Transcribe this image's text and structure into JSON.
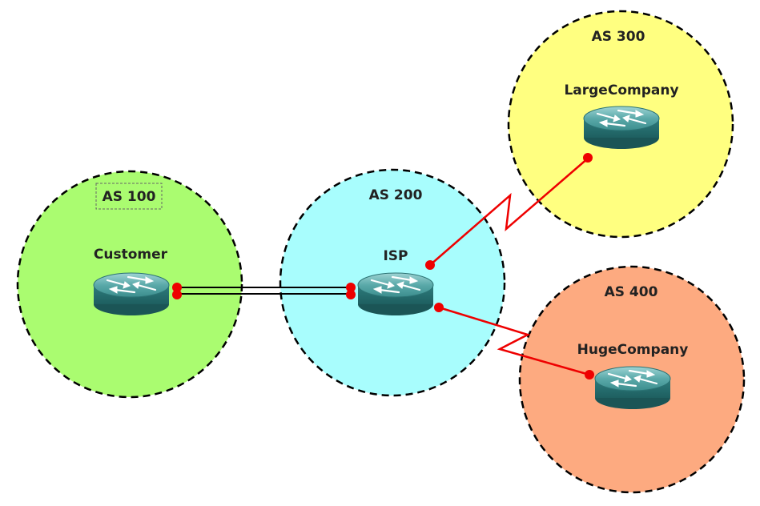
{
  "zones": [
    {
      "id": "as100",
      "label": "AS 100",
      "color": "#aafc70"
    },
    {
      "id": "as200",
      "label": "AS 200",
      "color": "#a8fdfd"
    },
    {
      "id": "as300",
      "label": "AS 300",
      "color": "#ffff80"
    },
    {
      "id": "as400",
      "label": "AS 400",
      "color": "#fdaa80"
    }
  ],
  "routers": [
    {
      "id": "customer",
      "label": "Customer"
    },
    {
      "id": "isp",
      "label": "ISP"
    },
    {
      "id": "large",
      "label": "LargeCompany"
    },
    {
      "id": "huge",
      "label": "HugeCompany"
    }
  ],
  "links": [
    {
      "from": "customer",
      "to": "isp",
      "kind": "ethernet-double"
    },
    {
      "from": "isp",
      "to": "large",
      "kind": "serial"
    },
    {
      "from": "isp",
      "to": "huge",
      "kind": "serial"
    }
  ],
  "colors": {
    "router_top": "#4a9c9c",
    "router_body": "#2f7f80",
    "link_serial": "#ee0000",
    "link_ethernet": "#000000",
    "endpoint": "#ee0000"
  },
  "icons": {
    "router": "router-icon"
  }
}
